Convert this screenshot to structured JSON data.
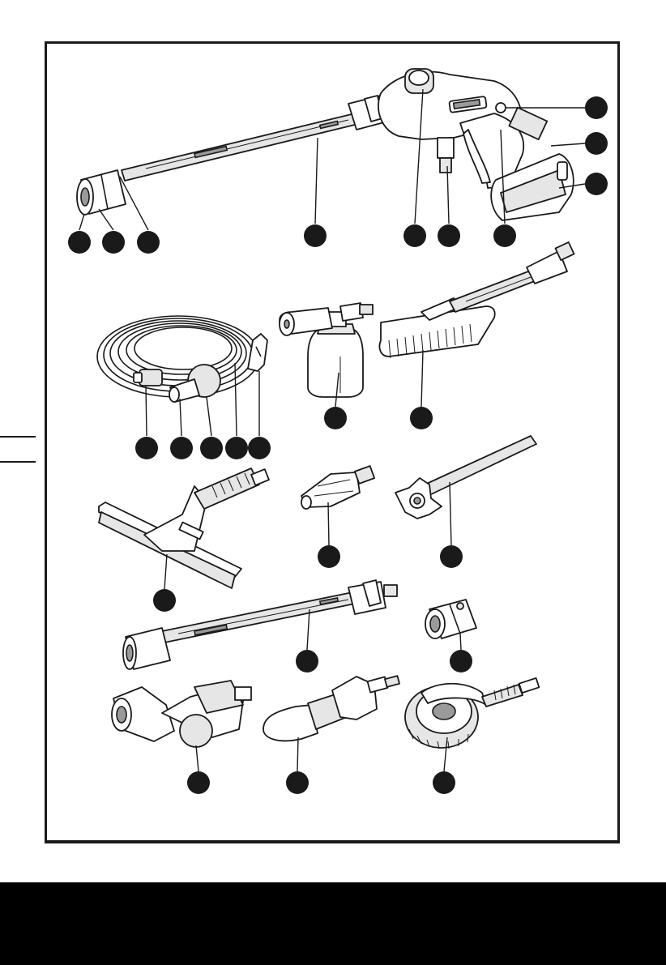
{
  "diagram": {
    "callout_count": 26,
    "callout_color": "#1a1a1a",
    "footer_color": "#000000",
    "parts": [
      "pressure-washer-gun",
      "extension-wand",
      "garden-hose",
      "foam-bottle",
      "wash-brush",
      "window-squeegee",
      "turbo-nozzle",
      "cleaning-needle",
      "long-wand",
      "hose-connector",
      "angled-adapter",
      "surface-nozzle",
      "rotating-brush"
    ]
  }
}
